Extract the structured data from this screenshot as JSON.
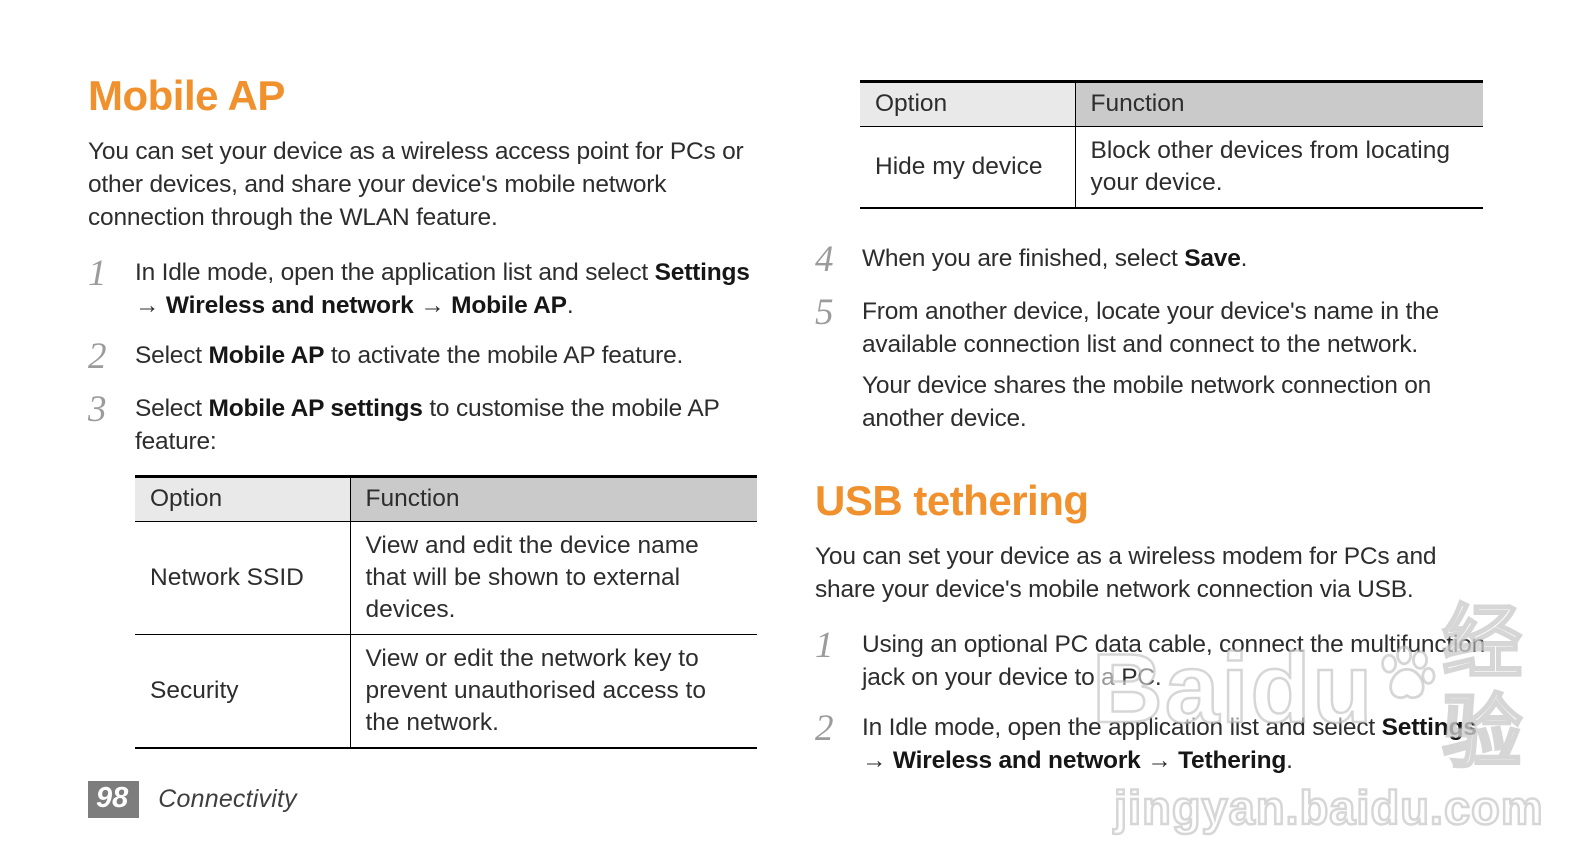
{
  "colors": {
    "accent_orange": "#F0912D",
    "table_header_option_bg": "#E9E9E9",
    "table_header_function_bg": "#CACACA",
    "footer_box_bg": "#7D7D7D"
  },
  "mobile_ap": {
    "title": "Mobile AP",
    "intro": "You can set your device as a wireless access point for PCs or other devices, and share your device's mobile network connection through the WLAN feature.",
    "steps": [
      {
        "num": "1",
        "parts": [
          "In Idle mode, open the application list and select ",
          "Settings",
          " → ",
          "Wireless and network",
          " → ",
          "Mobile AP",
          "."
        ]
      },
      {
        "num": "2",
        "parts": [
          "Select ",
          "Mobile AP",
          " to activate the mobile AP feature."
        ]
      },
      {
        "num": "3",
        "parts": [
          "Select ",
          "Mobile AP settings",
          " to customise the mobile AP feature:"
        ]
      }
    ],
    "table": {
      "headers": [
        "Option",
        "Function"
      ],
      "rows": [
        {
          "option": "Network SSID",
          "function": "View and edit the device name that will be shown to external devices."
        },
        {
          "option": "Security",
          "function": "View or edit the network key to prevent unauthorised access to the network."
        }
      ]
    }
  },
  "hide_device_table": {
    "headers": [
      "Option",
      "Function"
    ],
    "rows": [
      {
        "option": "Hide my device",
        "function": "Block other devices from locating your device."
      }
    ]
  },
  "mobile_ap_right_steps": {
    "step4": {
      "num": "4",
      "parts": [
        "When you are finished, select ",
        "Save",
        "."
      ]
    },
    "step5": {
      "num": "5",
      "text": "From another device, locate your device's name in the available connection list and connect to the network.",
      "extra": "Your device shares the mobile network connection on another device."
    }
  },
  "usb_tethering": {
    "title": "USB tethering",
    "intro": "You can set your device as a wireless modem for PCs and share your device's mobile network connection via USB.",
    "steps": [
      {
        "num": "1",
        "parts": [
          "Using an optional PC data cable, connect the multifunction jack on your device to a PC.",
          "",
          "",
          "",
          "",
          "",
          ""
        ]
      },
      {
        "num": "2",
        "parts": [
          "In Idle mode, open the application list and select ",
          "Settings",
          " → ",
          "Wireless and network",
          " → ",
          "Tethering",
          "."
        ]
      }
    ]
  },
  "footer": {
    "page_number": "98",
    "section": "Connectivity"
  },
  "watermark": {
    "brand": "Baidu",
    "brand_cn": "经验",
    "url": "jingyan.baidu.com"
  }
}
